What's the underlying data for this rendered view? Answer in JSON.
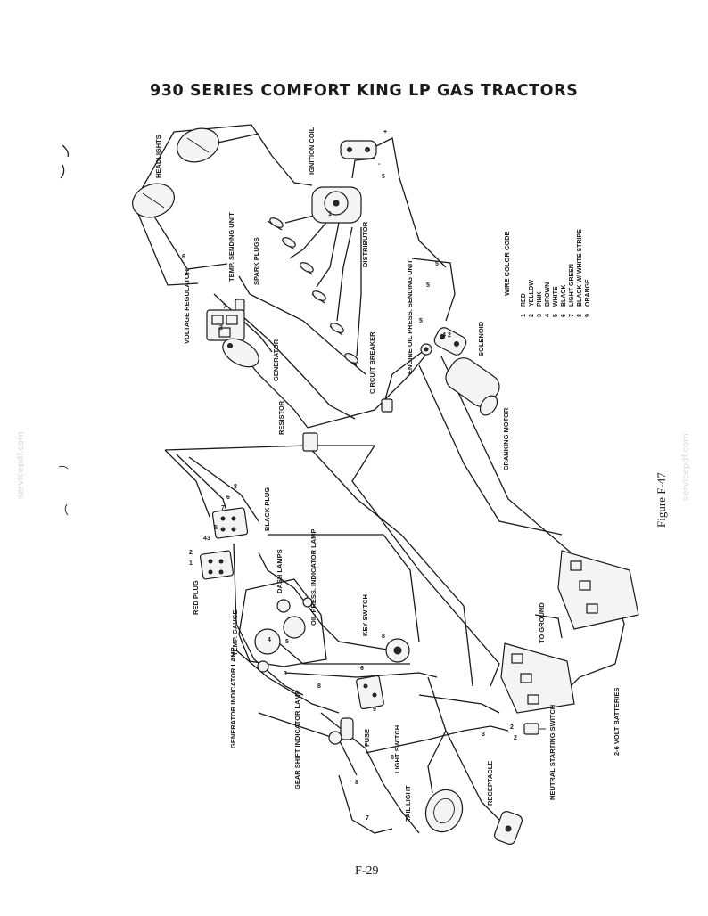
{
  "page": {
    "title": "930 SERIES COMFORT KING LP GAS TRACTORS",
    "page_number": "F-29",
    "figure_label": "Figure F-47",
    "watermark": "servicepdf.com"
  },
  "components": {
    "headlights": "HEADLIGHTS",
    "ignition_coil": "IGNITION COIL",
    "temp_sending_unit": "TEMP. SENDING UNIT",
    "spark_plugs": "SPARK PLUGS",
    "distributor": "DISTRIBUTOR",
    "voltage_regulator": "VOLTAGE REGULATOR",
    "generator": "GENERATOR",
    "engine_oil_press_sending_unit": "ENGINE OIL PRESS. SENDING UNIT",
    "solenoid": "SOLENOID",
    "circuit_breaker": "CIRCUIT BREAKER",
    "resistor": "RESISTOR",
    "cranking_motor": "CRANKING MOTOR",
    "black_plug": "BLACK PLUG",
    "red_plug": "RED PLUG",
    "dash_lamps": "DASH LAMPS",
    "oil_press_indicator_lamp": "OIL PRESS. INDICATOR LAMP",
    "key_switch": "KEY SWITCH",
    "temp_gauge": "TEMP. GAUGE",
    "generator_indicator_lamp": "GENERATOR INDICATOR LAMP",
    "gear_shift_indicator_lamp": "GEAR SHIFT INDICATOR LAMP",
    "fuse": "FUSE",
    "light_switch": "LIGHT SWITCH",
    "tail_light": "TAIL LIGHT",
    "receptacle": "RECEPTACLE",
    "neutral_starting_switch": "NEUTRAL STARTING SWITCH",
    "to_ground": "TO GROUND",
    "batteries": "2-6 VOLT BATTERIES"
  },
  "wire_color_code": {
    "title": "WIRE COLOR CODE",
    "entries": [
      {
        "num": "1",
        "color": "RED"
      },
      {
        "num": "2",
        "color": "YELLOW"
      },
      {
        "num": "3",
        "color": "PINK"
      },
      {
        "num": "4",
        "color": "BROWN"
      },
      {
        "num": "5",
        "color": "WHITE"
      },
      {
        "num": "6",
        "color": "BLACK"
      },
      {
        "num": "7",
        "color": "LIGHT GREEN"
      },
      {
        "num": "8",
        "color": "BLACK W/ WHITE STRIPE"
      },
      {
        "num": "9",
        "color": "ORANGE"
      }
    ]
  },
  "wire_numbers": {
    "n1": "1",
    "n2": "2",
    "n3": "3",
    "n4": "4",
    "n5": "5",
    "n6": "6",
    "n7": "7",
    "n8": "8",
    "n9": "9",
    "plus": "+",
    "minus": "-"
  }
}
